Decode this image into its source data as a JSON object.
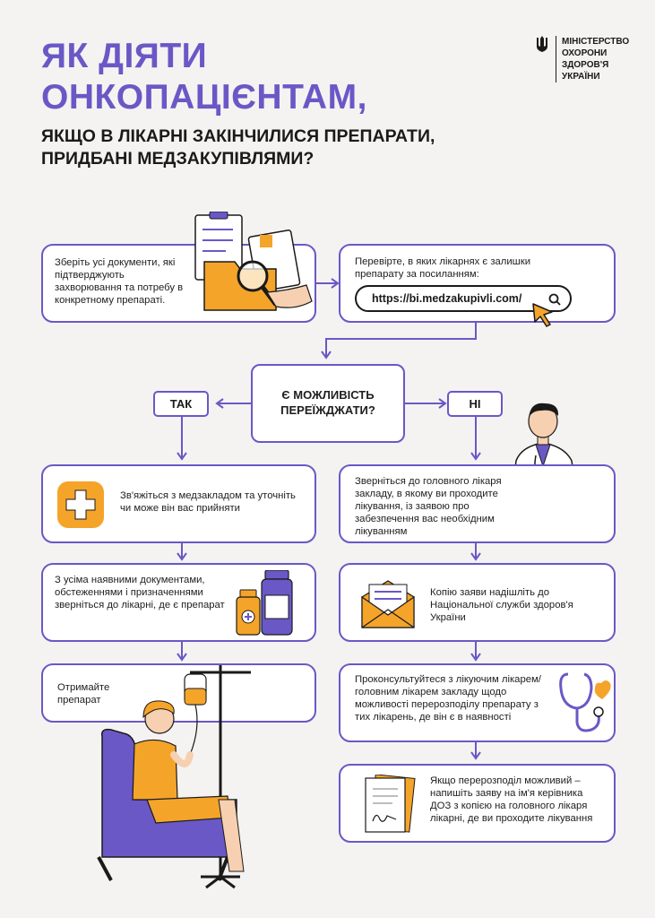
{
  "header": {
    "title_line1": "ЯК ДІЯТИ",
    "title_line2": "ОНКОПАЦІЄНТАМ,",
    "subtitle_line1": "ЯКЩО В ЛІКАРНІ ЗАКІНЧИЛИСЯ ПРЕПАРАТИ,",
    "subtitle_line2": "ПРИДБАНІ МЕДЗАКУПІВЛЯМИ?"
  },
  "logo": {
    "line1": "МІНІСТЕРСТВО",
    "line2": "ОХОРОНИ",
    "line3": "ЗДОРОВ'Я",
    "line4": "УКРАЇНИ"
  },
  "steps": {
    "collect_docs": "Зберіть усі документи, які підтверджують захворювання та потребу в конкретному препараті.",
    "check_hospitals": "Перевірте, в яких лікарнях є залишки препарату за посиланням:",
    "url": "https://bi.medzakupivli.com/",
    "question": "Є МОЖЛИВІСТЬ ПЕРЕЇЖДЖАТИ?",
    "yes": "ТАК",
    "no": "НІ",
    "yes_1": "Зв'яжіться з медзакладом та уточніть чи може він вас прийняти",
    "yes_2": "З усіма наявними документами, обстеженнями і призначеннями зверніться до лікарні, де є препарат",
    "yes_3": "Отримайте препарат",
    "no_1": "Зверніться до головного лікаря закладу, в якому ви проходите лікування, із заявою про забезпечення вас необхідним лікуванням",
    "no_2": "Копію заяви надішліть до Національної служби здоров'я України",
    "no_3": "Проконсультуйтеся з лікуючим лікарем/головним лікарем закладу щодо можливості перерозподілу препарату з тих лікарень, де він є в наявності",
    "no_4": "Якщо перерозподіл можливий – напишіть заяву на ім'я керівника ДОЗ з копією на головного лікаря лікарні, де ви проходите лікування"
  },
  "colors": {
    "accent": "#6a58c6",
    "orange": "#f5a42a",
    "background": "#f4f3f1"
  },
  "icons": [
    "trident-icon",
    "documents-magnifier-icon",
    "cursor-icon",
    "search-icon",
    "medical-cross-icon",
    "pill-bottles-icon",
    "envelope-icon",
    "stethoscope-heart-icon",
    "document-signature-icon",
    "doctor-illustration",
    "patient-iv-illustration"
  ]
}
